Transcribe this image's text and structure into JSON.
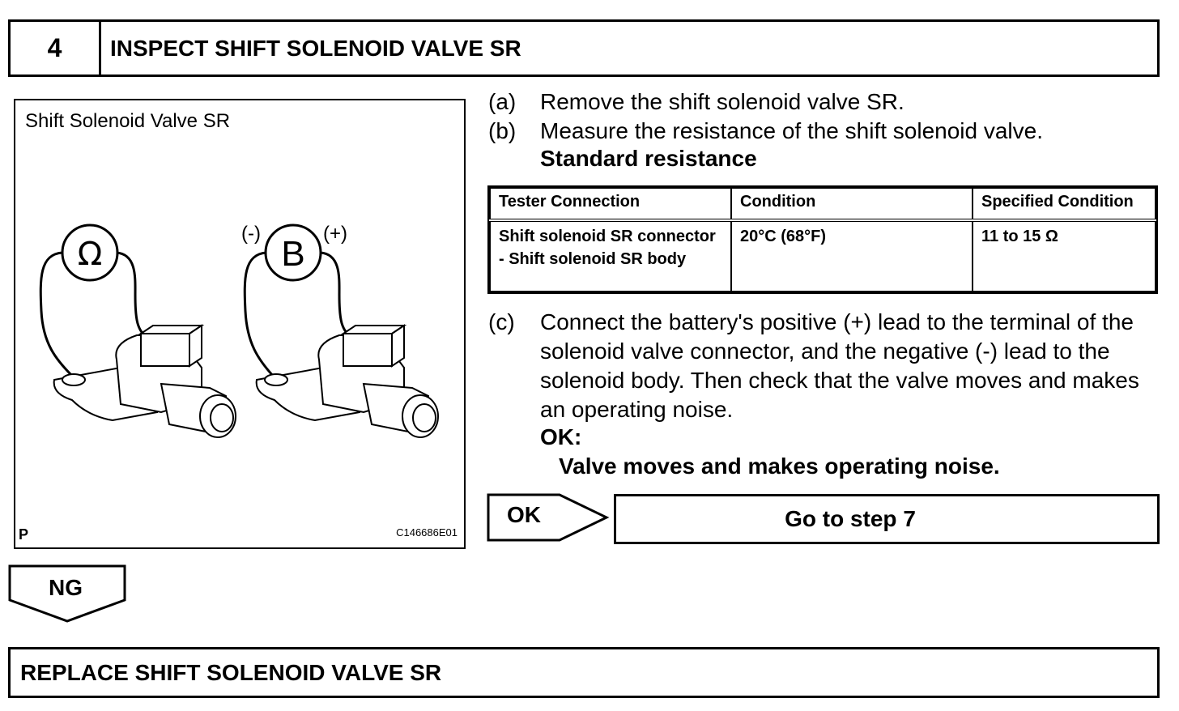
{
  "step": {
    "number": "4",
    "title": "INSPECT SHIFT SOLENOID VALVE SR"
  },
  "figure": {
    "caption": "Shift Solenoid Valve SR",
    "ohmmeter_symbol": "Ω",
    "battery_symbol": "B",
    "negative_label": "(-)",
    "positive_label": "(+)",
    "corner_mark": "P",
    "figure_id": "C146686E01"
  },
  "instructions": {
    "a": {
      "letter": "(a)",
      "text": "Remove the shift solenoid valve SR."
    },
    "b": {
      "letter": "(b)",
      "text": "Measure the resistance of the shift solenoid valve."
    },
    "standard_label": "Standard resistance",
    "c": {
      "letter": "(c)",
      "text": "Connect the battery's positive (+) lead to the terminal of the solenoid valve connector, and the negative (-) lead to the solenoid body. Then check that the valve moves and makes an operating noise."
    },
    "ok_label": "OK:",
    "ok_value": "Valve moves and makes operating noise."
  },
  "spec_table": {
    "headers": [
      "Tester Connection",
      "Condition",
      "Specified Condition"
    ],
    "rows": [
      [
        "Shift solenoid SR connector - Shift solenoid SR body",
        "20°C (68°F)",
        "11 to 15 Ω"
      ]
    ]
  },
  "ok_branch": {
    "label": "OK",
    "target": "Go to step 7"
  },
  "ng_branch": {
    "label": "NG",
    "action": "REPLACE SHIFT SOLENOID VALVE SR"
  }
}
